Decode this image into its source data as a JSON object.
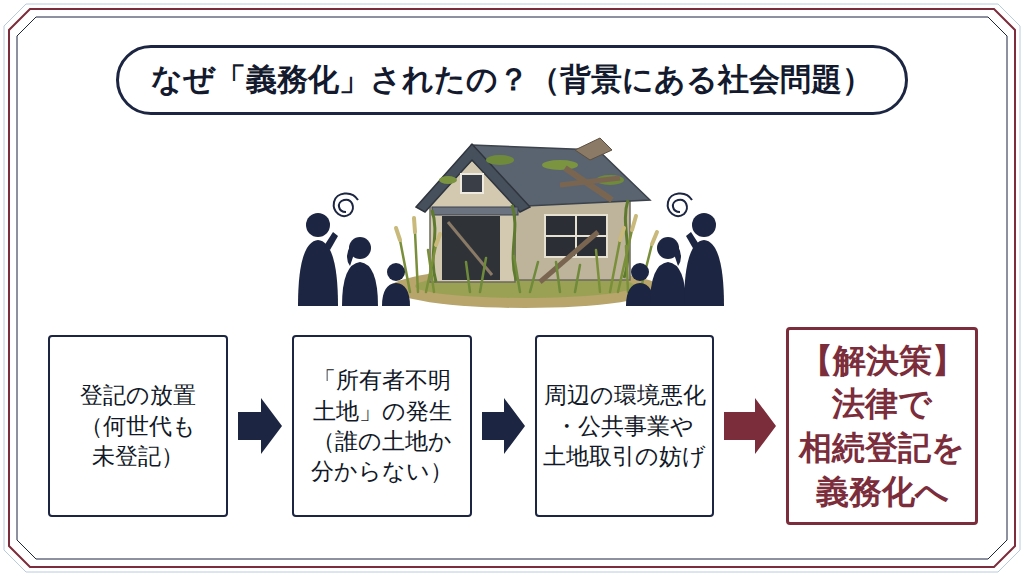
{
  "diagram": {
    "title": "なぜ「義務化」されたの？（背景にある社会問題）",
    "nodes": [
      {
        "text": [
          "登記の放置 （何世代も 未登記）"
        ]
      },
      {
        "text": [
          "「所有者不明 土地」の発生 （誰の土地か 分からない）"
        ]
      },
      {
        "text": [
          "周辺の環境悪化 ・公共事業や 土地取引の妨げ"
        ]
      },
      {
        "text": [
          "【解決策】 法律で 相続登記を 義務化へ"
        ]
      }
    ],
    "edges": [
      {
        "from": 0,
        "to": 1,
        "arrow": "to"
      },
      {
        "from": 1,
        "to": 2,
        "arrow": "to"
      },
      {
        "from": 2,
        "to": 3,
        "arrow": "to"
      }
    ]
  }
}
